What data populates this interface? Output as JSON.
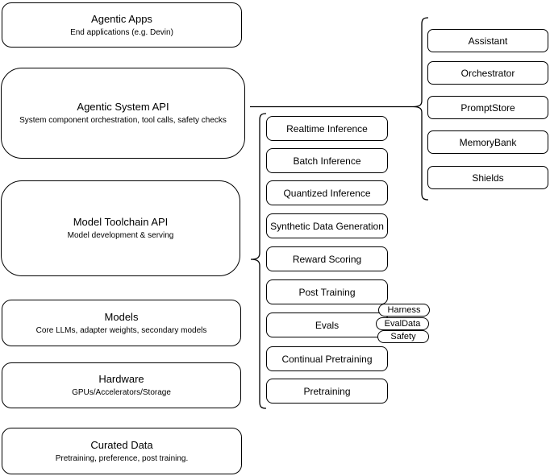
{
  "diagram": {
    "title_semantics": "Agentic AI stack architecture diagram",
    "colors": {
      "stroke": "#000000",
      "fill": "#ffffff",
      "background": "#ffffff",
      "text": "#000000"
    },
    "stack_layers": [
      {
        "title": "Agentic Apps",
        "subtitle": "End applications (e.g. Devin)"
      },
      {
        "title": "Agentic System API",
        "subtitle": "System component orchestration, tool calls, safety checks"
      },
      {
        "title": "Model Toolchain API",
        "subtitle": "Model development & serving"
      },
      {
        "title": "Models",
        "subtitle": "Core LLMs, adapter weights, secondary models"
      },
      {
        "title": "Hardware",
        "subtitle": "GPUs/Accelerators/Storage"
      },
      {
        "title": "Curated Data",
        "subtitle": "Pretraining, preference, post training."
      }
    ],
    "toolchain_items": [
      "Realtime Inference",
      "Batch Inference",
      "Quantized Inference",
      "Synthetic Data Generation",
      "Reward Scoring",
      "Post Training",
      "Evals",
      "Continual Pretraining",
      "Pretraining"
    ],
    "eval_pills": [
      "Harness",
      "EvalData",
      "Safety"
    ],
    "system_components": [
      "Assistant",
      "Orchestrator",
      "PromptStore",
      "MemoryBank",
      "Shields"
    ]
  }
}
